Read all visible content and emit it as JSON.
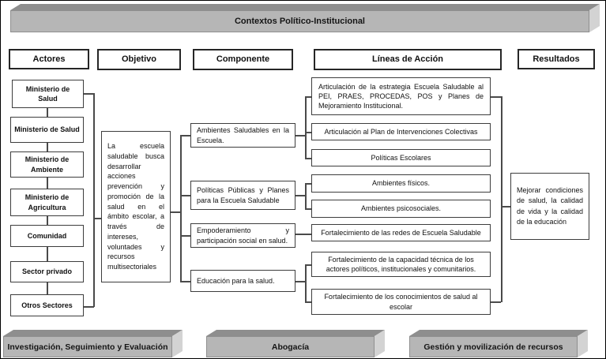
{
  "banner": {
    "title": "Contextos Político-Institucional"
  },
  "headers": {
    "actors": "Actores",
    "objective": "Objetivo",
    "component": "Componente",
    "action_lines": "Líneas de Acción",
    "results": "Resultados"
  },
  "actors": {
    "items": [
      {
        "label": "Ministerio de Salud"
      },
      {
        "label": "Ministerio de Salud"
      },
      {
        "label": "Ministerio de Ambiente"
      },
      {
        "label": "Ministerio de Agricultura"
      },
      {
        "label": "Comunidad"
      },
      {
        "label": "Sector privado"
      },
      {
        "label": "Otros Sectores"
      }
    ]
  },
  "objective": {
    "text": "La escuela saludable busca desarrollar acciones prevención y promoción de la salud en el ámbito escolar, a través de intereses, voluntades y recursos multisectoriales"
  },
  "components": {
    "items": [
      {
        "label": "Ambientes Saludables en la Escuela."
      },
      {
        "label": "Políticas Públicas y Planes para la Escuela Saludable"
      },
      {
        "label": "Empoderamiento y participación social en salud."
      },
      {
        "label": "Educación para la salud."
      }
    ]
  },
  "action_lines": {
    "items": [
      {
        "label": "Articulación de la estrategia Escuela Saludable al PEI, PRAES, PROCEDAS, POS y Planes de Mejoramiento Institucional."
      },
      {
        "label": "Articulación al Plan de Intervenciones Colectivas"
      },
      {
        "label": "Políticas Escolares"
      },
      {
        "label": "Ambientes físicos."
      },
      {
        "label": "Ambientes psicosociales."
      },
      {
        "label": "Fortalecimiento de las redes de Escuela Saludable"
      },
      {
        "label": "Fortalecimiento de la capacidad técnica de los actores políticos, institucionales y comunitarios."
      },
      {
        "label": "Fortalecimiento de los conocimientos de salud al escolar"
      }
    ]
  },
  "results": {
    "text": "Mejorar condiciones de salud, la calidad de vida y la calidad de la educación"
  },
  "footer_bars": {
    "items": [
      {
        "label": "Investigación, Seguimiento y Evaluación"
      },
      {
        "label": "Abogacía"
      },
      {
        "label": "Gestión y movilización de recursos"
      }
    ]
  },
  "colors": {
    "slab_front": "#b6b6b6",
    "slab_top": "#8e8e8e",
    "slab_side": "#d3d3d3",
    "box_border": "#3d3d3d",
    "connector": "#4a4a4a"
  }
}
